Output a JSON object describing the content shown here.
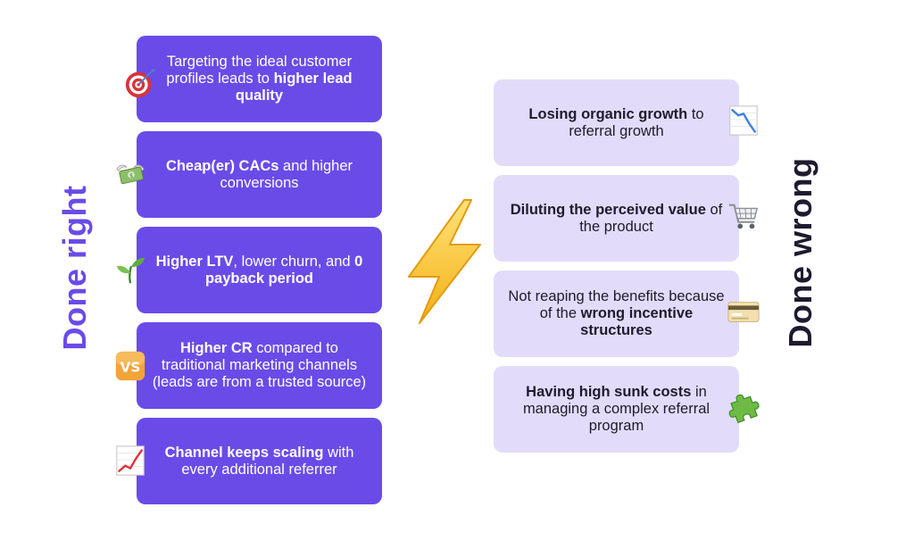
{
  "titles": {
    "right": "Done right",
    "wrong": "Done wrong"
  },
  "done_right": [
    {
      "icon": "target-icon",
      "pre": "Targeting the ideal customer profiles leads to ",
      "bold": "higher lead quality",
      "post": ""
    },
    {
      "icon": "money-wings-icon",
      "pre": "",
      "bold": "Cheap(er) CACs",
      "post": " and higher conversions"
    },
    {
      "icon": "seedling-icon",
      "pre": "",
      "bold": "Higher LTV",
      "mid": ", lower churn, and ",
      "bold2": "0 payback period",
      "post": ""
    },
    {
      "icon": "vs-icon",
      "icon_text": "VS",
      "pre": "",
      "bold": "Higher CR",
      "post": " compared to traditional marketing channels (leads are from a trusted source)"
    },
    {
      "icon": "chart-increasing-icon",
      "pre": "",
      "bold": "Channel keeps scaling",
      "post": " with every additional referrer"
    }
  ],
  "done_wrong": [
    {
      "icon": "chart-decreasing-icon",
      "pre": "",
      "bold": "Losing organic growth",
      "post": " to referral growth"
    },
    {
      "icon": "shopping-cart-icon",
      "pre": "",
      "bold": "Diluting the perceived value",
      "post": " of the product"
    },
    {
      "icon": "credit-card-icon",
      "pre": "Not reaping the benefits because of the ",
      "bold": "wrong incentive structures",
      "post": ""
    },
    {
      "icon": "puzzle-piece-icon",
      "pre": "",
      "bold": "Having high sunk costs",
      "post": " in managing a complex referral program"
    }
  ],
  "center_icon": "lightning-bolt-icon",
  "colors": {
    "primary": "#6a4be8",
    "light": "#e2dcfa",
    "dark": "#1f1a2e",
    "bolt": "#f6bf1e"
  }
}
